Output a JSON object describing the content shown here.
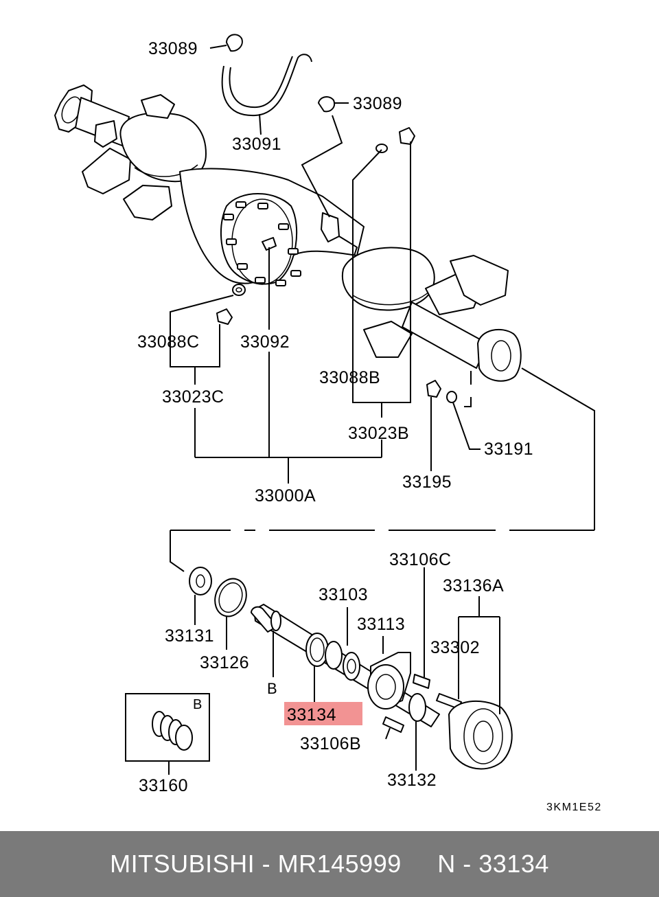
{
  "diagram": {
    "labels": {
      "p33089_top": "33089",
      "p33089_right": "33089",
      "p33091": "33091",
      "p33088C": "33088C",
      "p33092": "33092",
      "p33023C": "33023C",
      "p33088B": "33088B",
      "p33023B": "33023B",
      "p33191": "33191",
      "p33195": "33195",
      "p33000A": "33000A",
      "p33106C": "33106C",
      "p33103": "33103",
      "p33136A": "33136A",
      "p33113": "33113",
      "p33302": "33302",
      "p33131": "33131",
      "p33126": "33126",
      "pB": "B",
      "p33134": "33134",
      "p33106B": "33106B",
      "p33132": "33132",
      "boxB": "B",
      "p33160": "33160"
    },
    "highlighted_part": "33134",
    "highlight_color": "#f08080",
    "drawing_code": "3KM1E52"
  },
  "footer": {
    "text": "MITSUBISHI - MR145999     N - 33134",
    "background": "#7a7a7a"
  }
}
